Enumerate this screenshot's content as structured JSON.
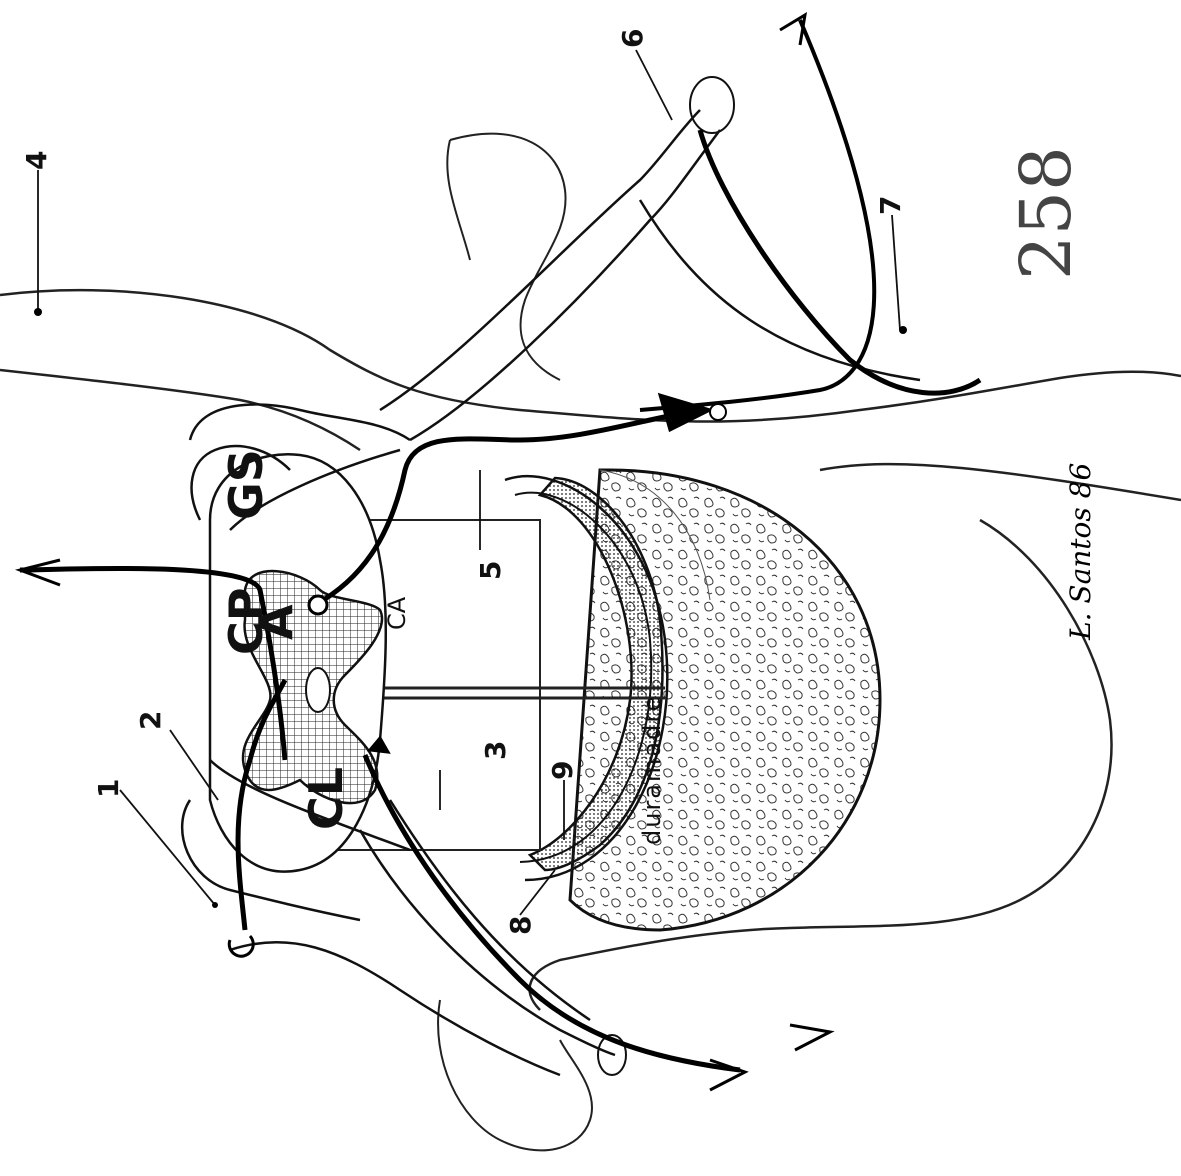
{
  "labels": {
    "cp": "CP",
    "a": "A",
    "gs": "GS",
    "cl": "CL",
    "ca": "CA",
    "duramadre": "duramadre"
  },
  "numbers": {
    "n1": "1",
    "n2": "2",
    "n3": "3",
    "n4": "4",
    "n5": "5",
    "n6": "6",
    "n7": "7",
    "n8": "8",
    "n9": "9"
  },
  "signature": "L. Santos 86",
  "page_number": "258"
}
